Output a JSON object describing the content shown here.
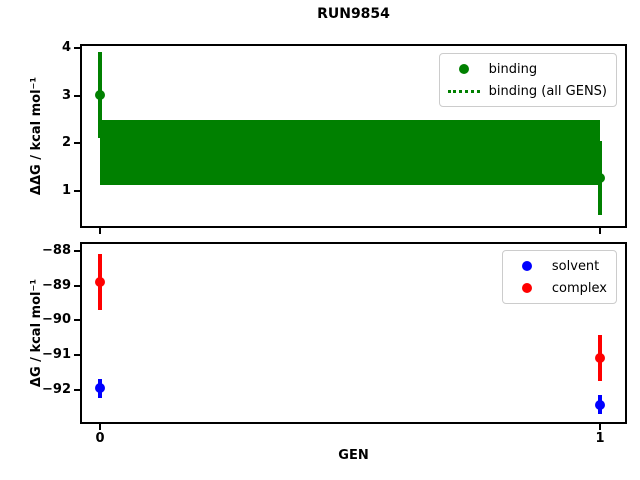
{
  "figure": {
    "title": "RUN9854",
    "background": "#ffffff"
  },
  "chart_data": [
    {
      "type": "scatter",
      "position": "top",
      "ylabel": "ΔΔG / kcal mol⁻¹",
      "xlim": [
        -0.036,
        1.05
      ],
      "ylim": [
        0.27,
        4.04
      ],
      "xticks": [
        0,
        1
      ],
      "xticklabels": [
        "0",
        "1"
      ],
      "show_xticklabels": false,
      "yticks": [
        1,
        2,
        3,
        4
      ],
      "yticklabels": [
        "1",
        "2",
        "3",
        "4"
      ],
      "grid": false,
      "legend": {
        "position": "upper right",
        "entries": [
          {
            "label": "binding",
            "marker": "dot",
            "color": "#008000"
          },
          {
            "label": "binding (all GENS)",
            "marker": "dotted-line",
            "color": "#008000"
          }
        ]
      },
      "series": [
        {
          "name": "binding",
          "color": "#008000",
          "marker": "dot",
          "points": [
            {
              "x": 0,
              "y": 3.02,
              "yerr": 0.9
            },
            {
              "x": 1,
              "y": 1.27,
              "yerr": 0.78
            }
          ]
        }
      ],
      "band": {
        "name": "binding (all GENS)",
        "color": "#008000",
        "x_start": 0,
        "x_end": 1,
        "y_low": 1.12,
        "y_high": 2.49
      }
    },
    {
      "type": "scatter",
      "position": "bottom",
      "xlabel": "GEN",
      "ylabel": "ΔG / kcal mol⁻¹",
      "xlim": [
        -0.036,
        1.05
      ],
      "ylim": [
        -92.93,
        -87.8
      ],
      "xticks": [
        0,
        1
      ],
      "xticklabels": [
        "0",
        "1"
      ],
      "show_xticklabels": true,
      "yticks": [
        -88,
        -89,
        -90,
        -91,
        -92
      ],
      "yticklabels": [
        "−88",
        "−89",
        "−90",
        "−91",
        "−92"
      ],
      "grid": false,
      "legend": {
        "position": "upper right",
        "entries": [
          {
            "label": "solvent",
            "marker": "dot",
            "color": "#0000ff"
          },
          {
            "label": "complex",
            "marker": "dot",
            "color": "#ff0000"
          }
        ]
      },
      "series": [
        {
          "name": "solvent",
          "color": "#0000ff",
          "marker": "dot",
          "points": [
            {
              "x": 0,
              "y": -91.96,
              "yerr": 0.28
            },
            {
              "x": 1,
              "y": -92.43,
              "yerr": 0.28
            }
          ]
        },
        {
          "name": "complex",
          "color": "#ff0000",
          "marker": "dot",
          "points": [
            {
              "x": 0,
              "y": -88.9,
              "yerr": 0.81
            },
            {
              "x": 1,
              "y": -91.08,
              "yerr": 0.66
            }
          ]
        }
      ]
    }
  ]
}
